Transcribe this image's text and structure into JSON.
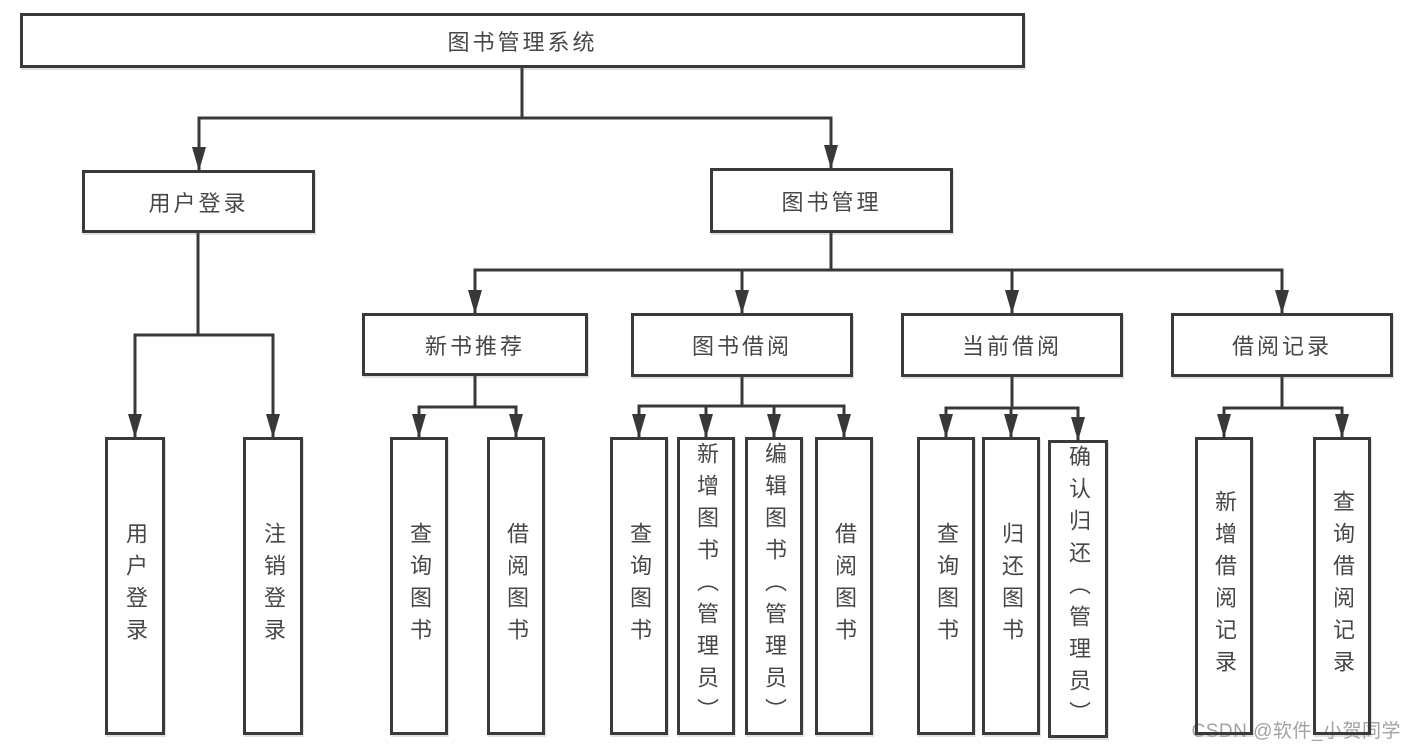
{
  "diagram_title": "图书管理系统",
  "tree": {
    "label": "图书管理系统",
    "children": [
      {
        "label": "用户登录",
        "children": [
          {
            "label": "用户登录"
          },
          {
            "label": "注销登录"
          }
        ]
      },
      {
        "label": "图书管理",
        "children": [
          {
            "label": "新书推荐",
            "children": [
              {
                "label": "查询图书"
              },
              {
                "label": "借阅图书"
              }
            ]
          },
          {
            "label": "图书借阅",
            "children": [
              {
                "label": "查询图书"
              },
              {
                "label": "新增图书（管理员）"
              },
              {
                "label": "编辑图书（管理员）"
              },
              {
                "label": "借阅图书"
              }
            ]
          },
          {
            "label": "当前借阅",
            "children": [
              {
                "label": "查询图书"
              },
              {
                "label": "归还图书"
              },
              {
                "label": "确认归还（管理员）"
              }
            ]
          },
          {
            "label": "借阅记录",
            "children": [
              {
                "label": "新增借阅记录"
              },
              {
                "label": "查询借阅记录"
              }
            ]
          }
        ]
      }
    ]
  },
  "watermark": "CSDN @软件_小贺同学",
  "colors": {
    "line": "#383838",
    "box_border": "#3a3a3a",
    "text": "#474747",
    "background": "#ffffff",
    "watermark": "#a2a2a2"
  }
}
